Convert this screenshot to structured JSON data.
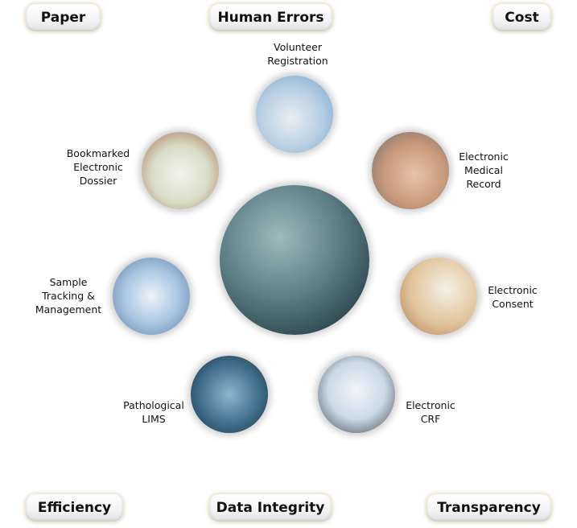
{
  "top_labels": [
    "Paper",
    "Human Errors",
    "Cost"
  ],
  "bottom_labels": [
    "Efficiency",
    "Data Integrity",
    "Transparency"
  ],
  "center_icon": "digital-health-image",
  "nodes": [
    {
      "label": "Volunteer\nRegistration",
      "icon": "stethoscope-image"
    },
    {
      "label": "Electronic\nMedical\nRecord",
      "icon": "barcode-scanner-image"
    },
    {
      "label": "Electronic\nConsent",
      "icon": "consent-form-image"
    },
    {
      "label": "Electronic\nCRF",
      "icon": "laptop-form-image"
    },
    {
      "label": "Pathological\nLIMS",
      "icon": "lab-microscope-image"
    },
    {
      "label": "Sample\nTracking &\nManagement",
      "icon": "sample-tubes-image"
    },
    {
      "label": "Bookmarked\nElectronic\nDossier",
      "icon": "document-screen-image"
    }
  ]
}
